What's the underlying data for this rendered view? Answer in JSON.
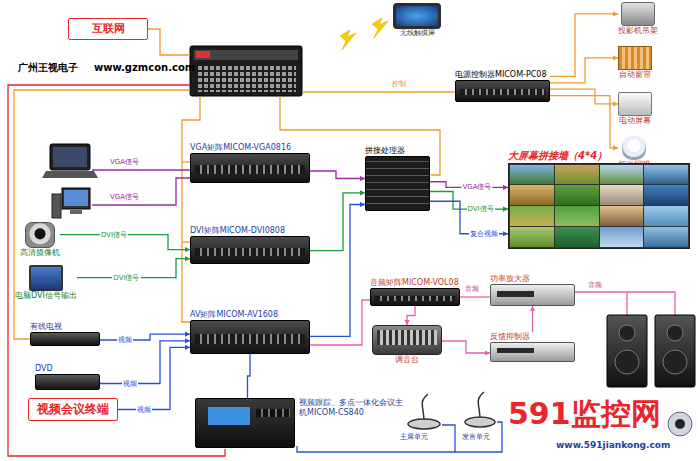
{
  "diagram": {
    "nodes": [
      {
        "text": [
          "互联网"
        ]
      },
      {
        "text": [
          "无线触摸屏"
        ]
      },
      {
        "text": [
          "电源控制器MICOM-PC08"
        ]
      },
      {
        "text": [
          "投影机吊架"
        ]
      },
      {
        "text": [
          "自动窗帘"
        ]
      },
      {
        "text": [
          "电动屏幕"
        ]
      },
      {
        "text": [
          "灯光照明"
        ]
      },
      {
        "text": [
          "VGA矩阵MICOM-VGA0816"
        ]
      },
      {
        "text": [
          "拼接处理器"
        ]
      },
      {
        "text": [
          "大屏幕拼接墙（4*4）"
        ]
      },
      {
        "text": [
          "DVI矩阵MICOM-DVI0808"
        ]
      },
      {
        "text": [
          "AV矩阵MICOM-AV1608"
        ]
      },
      {
        "text": [
          "音频矩阵MICOM-VOL08"
        ]
      },
      {
        "text": [
          "功率放大器"
        ]
      },
      {
        "text": [
          "调音台"
        ]
      },
      {
        "text": [
          "反馈抑制器"
        ]
      },
      {
        "text": [
          "高清摄像机"
        ]
      },
      {
        "text": [
          "电脑DVI信号输出"
        ]
      },
      {
        "text": [
          "有线电视"
        ]
      },
      {
        "text": [
          "DVD"
        ]
      },
      {
        "text": [
          "视频会议终端"
        ]
      },
      {
        "text": [
          "视频跟踪、多点一体化会议主机MICOM-CS840"
        ]
      }
    ],
    "edges": [
      {
        "from": 2,
        "to": 3,
        "arrow": "to"
      },
      {
        "from": 2,
        "to": 4,
        "arrow": "to"
      },
      {
        "from": 2,
        "to": 5,
        "arrow": "to"
      },
      {
        "from": 2,
        "to": 6,
        "arrow": "to"
      },
      {
        "from": 7,
        "to": 8,
        "arrow": "to"
      },
      {
        "from": 10,
        "to": 8,
        "arrow": "to"
      },
      {
        "from": 11,
        "to": 8,
        "arrow": "to"
      },
      {
        "from": 8,
        "to": 9,
        "label": "VGA信号",
        "arrow": "to"
      },
      {
        "from": 8,
        "to": 9,
        "label": "DVI信号",
        "arrow": "to"
      },
      {
        "from": 8,
        "to": 9,
        "label": "复合视频",
        "arrow": "to"
      },
      {
        "from": 16,
        "to": 10,
        "label": "DVI信号",
        "arrow": "to"
      },
      {
        "from": 17,
        "to": 10,
        "label": "DVI信号",
        "arrow": "to"
      },
      {
        "from": 18,
        "to": 11,
        "label": "视频",
        "arrow": "to"
      },
      {
        "from": 19,
        "to": 11,
        "label": "视频",
        "arrow": "to"
      },
      {
        "from": 20,
        "to": 11,
        "label": "视频",
        "arrow": "to"
      },
      {
        "from": 12,
        "to": 14,
        "arrow": "to"
      },
      {
        "from": 14,
        "to": 15,
        "arrow": "to"
      },
      {
        "from": 15,
        "to": 13,
        "arrow": "to"
      },
      {
        "from": 21,
        "to": 11,
        "arrow": "none"
      }
    ],
    "labels": [
      "广州王视电子",
      "www.gzmcon.com",
      "VGA信号",
      "VGA信号",
      "控制",
      "主席单元",
      "发言单元",
      "音频",
      "591监控网",
      "www.591jiankong.com",
      "音频"
    ]
  }
}
